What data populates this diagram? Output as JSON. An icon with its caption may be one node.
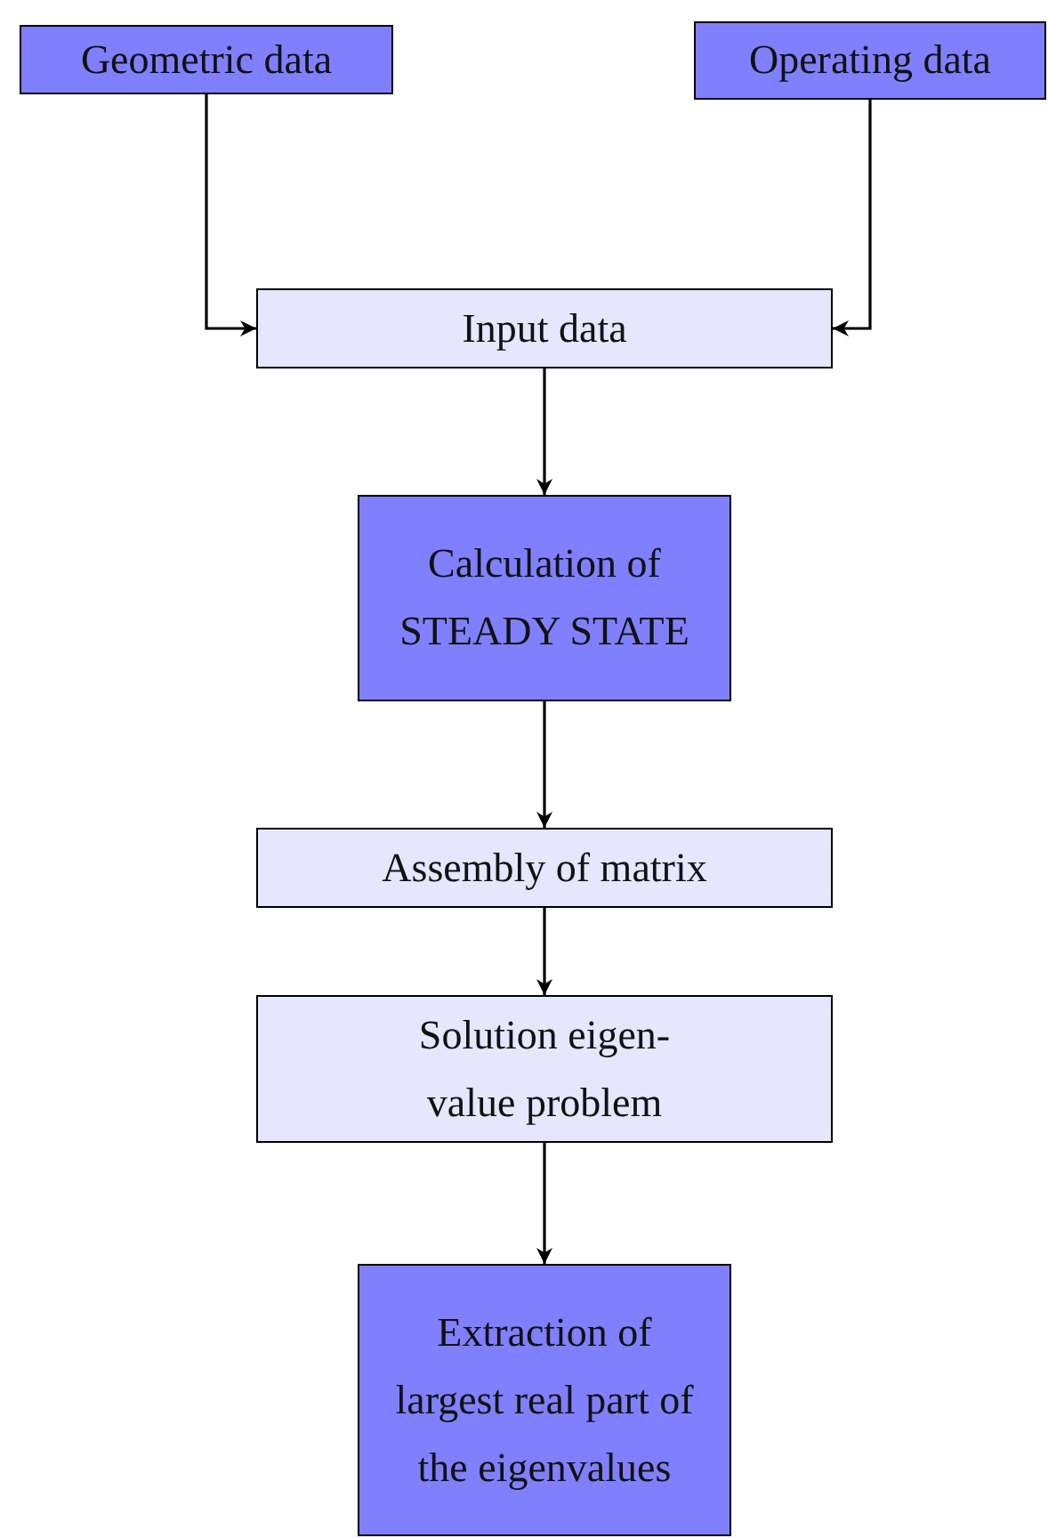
{
  "diagram": {
    "nodes": [
      {
        "text": [
          "Geometric data"
        ]
      },
      {
        "text": [
          "Operating data"
        ]
      },
      {
        "text": [
          "Input data"
        ]
      },
      {
        "text": [
          "Calculation of STEADY STATE"
        ]
      },
      {
        "text": [
          "Assembly of matrix"
        ]
      },
      {
        "text": [
          "Solution eigen- value problem"
        ]
      },
      {
        "text": [
          "Extraction of largest real part of the eigenvalues"
        ]
      }
    ],
    "edges": [
      {
        "from": 0,
        "to": 2,
        "arrow": "to"
      },
      {
        "from": 1,
        "to": 2,
        "arrow": "to"
      },
      {
        "from": 2,
        "to": 3,
        "arrow": "to"
      },
      {
        "from": 3,
        "to": 4,
        "arrow": "to"
      },
      {
        "from": 4,
        "to": 5,
        "arrow": "to"
      },
      {
        "from": 5,
        "to": 6,
        "arrow": "to"
      }
    ]
  }
}
